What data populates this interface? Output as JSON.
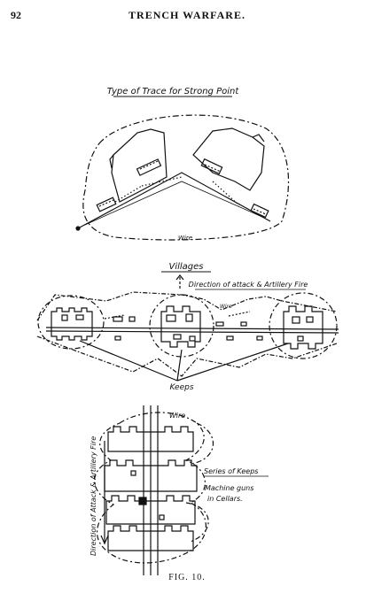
{
  "page": {
    "number": "92",
    "running_head": "TRENCH WARFARE.",
    "caption": "FIG. 10."
  },
  "diagrams": {
    "strong_point": {
      "title": "Type of Trace for Strong Point",
      "wire_label": "Wire"
    },
    "villages": {
      "title": "Villages",
      "direction_label": "Direction of attack & Artillery Fire",
      "wire_label": "Wire",
      "keeps_label": "Keeps"
    },
    "series": {
      "wire_label": "Wire",
      "keeps_label": "Series of Keeps",
      "mg_label_1": "Machine guns",
      "mg_label_2": "in Cellars.",
      "direction_label": "Direction of Attack & Artillery Fire"
    }
  }
}
